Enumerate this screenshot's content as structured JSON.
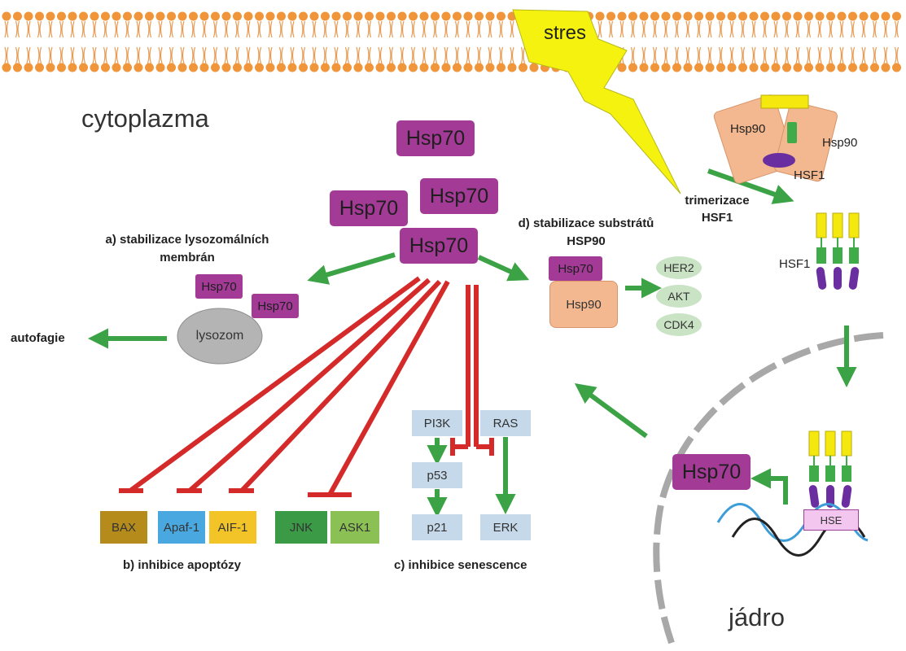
{
  "labels": {
    "stres": "stres",
    "cytoplazma": "cytoplazma",
    "jadro": "jádro",
    "autofagie": "autofagie",
    "lysozom": "lysozom",
    "section_a": "a) stabilizace lysozomálních\nmembrán",
    "section_b": "b) inhibice apoptózy",
    "section_c": "c) inhibice senescence",
    "section_d": "d) stabilizace substrátů\nHSP90",
    "trimerizace": "trimerizace\nHSF1",
    "hsf1_top": "HSF1",
    "hsf1_trimer": "HSF1",
    "hsp90_left": "Hsp90",
    "hsp90_right": "Hsp90",
    "hse": "HSE"
  },
  "hsp70": {
    "center_top": "Hsp70",
    "center_left": "Hsp70",
    "center_right": "Hsp70",
    "center_main": "Hsp70",
    "lys_1": "Hsp70",
    "lys_2": "Hsp70",
    "hsp90_complex": "Hsp70",
    "nucleus": "Hsp70"
  },
  "hsp90_substrate": "Hsp90",
  "substrates": [
    "HER2",
    "AKT",
    "CDK4"
  ],
  "apoptosis_targets": [
    "BAX",
    "Apaf-1",
    "AIF-1",
    "JNK",
    "ASK1"
  ],
  "senescence": {
    "pi3k": "PI3K",
    "ras": "RAS",
    "p53": "p53",
    "p21": "p21",
    "erk": "ERK"
  },
  "colors": {
    "hsp70": "#a23a96",
    "arrow_green": "#3ba345",
    "inhibit_red": "#d42a2a",
    "lightning": "#f4f20e",
    "membrane": "#f0953a",
    "hsp90": "#f3b88f",
    "bax": "#b58b1c",
    "apaf": "#4aa8e0",
    "aif": "#f2c428",
    "jnk": "#3a9a46",
    "ask1": "#8bc154",
    "hsf1_yellow": "#f4e80f",
    "hsf1_green": "#3fab49",
    "hsf1_purple": "#6b2ea0"
  }
}
